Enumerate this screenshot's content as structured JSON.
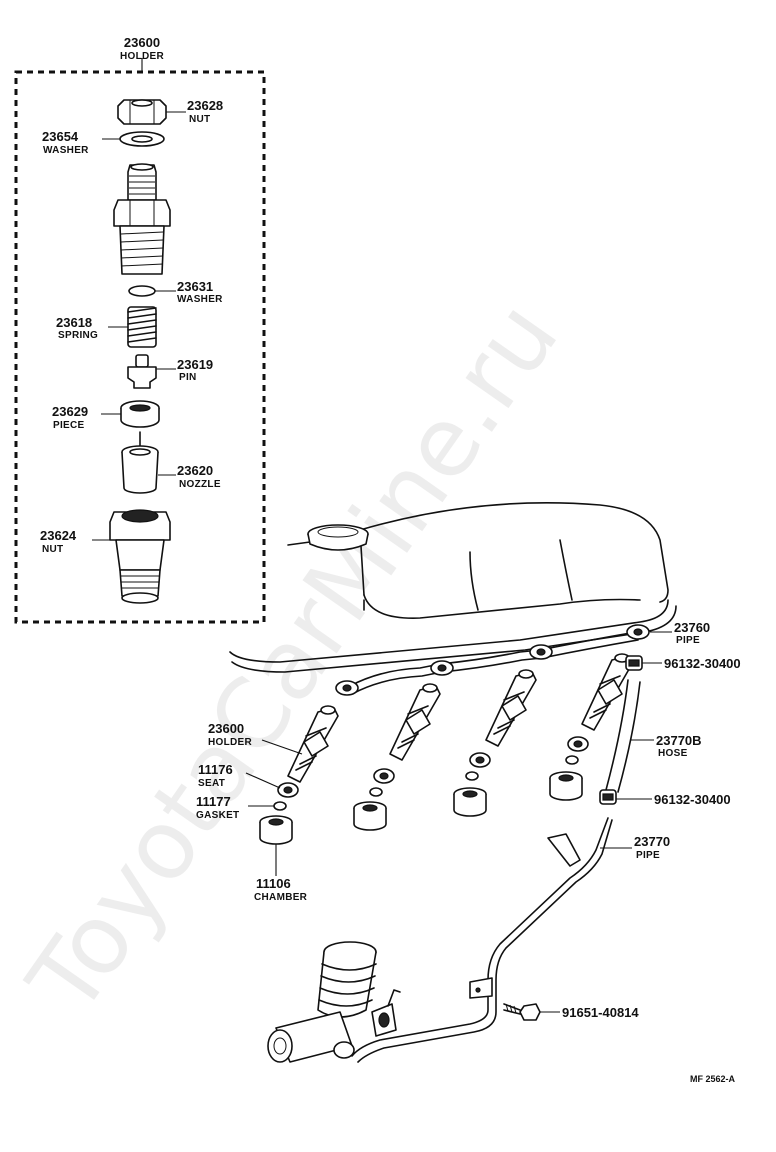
{
  "callouts": [
    {
      "id": "holder-top",
      "number": "23600",
      "name": "HOLDER"
    },
    {
      "id": "nut-23628",
      "number": "23628",
      "name": "NUT"
    },
    {
      "id": "washer-23654",
      "number": "23654",
      "name": "WASHER"
    },
    {
      "id": "washer-23631",
      "number": "23631",
      "name": "WASHER"
    },
    {
      "id": "spring-23618",
      "number": "23618",
      "name": "SPRING"
    },
    {
      "id": "pin-23619",
      "number": "23619",
      "name": "PIN"
    },
    {
      "id": "piece-23629",
      "number": "23629",
      "name": "PIECE"
    },
    {
      "id": "nozzle-23620",
      "number": "23620",
      "name": "NOZZLE"
    },
    {
      "id": "nut-23624",
      "number": "23624",
      "name": "NUT"
    },
    {
      "id": "pipe-23760",
      "number": "23760",
      "name": "PIPE"
    },
    {
      "id": "clip-96132-a",
      "number": "96132-30400",
      "name": ""
    },
    {
      "id": "holder-23600",
      "number": "23600",
      "name": "HOLDER"
    },
    {
      "id": "hose-23770b",
      "number": "23770B",
      "name": "HOSE"
    },
    {
      "id": "seat-11176",
      "number": "11176",
      "name": "SEAT"
    },
    {
      "id": "gasket-11177",
      "number": "11177",
      "name": "GASKET"
    },
    {
      "id": "clip-96132-b",
      "number": "96132-30400",
      "name": ""
    },
    {
      "id": "pipe-23770",
      "number": "23770",
      "name": "PIPE"
    },
    {
      "id": "chamber-11106",
      "number": "11106",
      "name": "CHAMBER"
    },
    {
      "id": "bolt-91651",
      "number": "91651-40814",
      "name": ""
    }
  ],
  "drawing_code": "MF  2562-A",
  "watermark": "ToyotaCarMine.ru"
}
